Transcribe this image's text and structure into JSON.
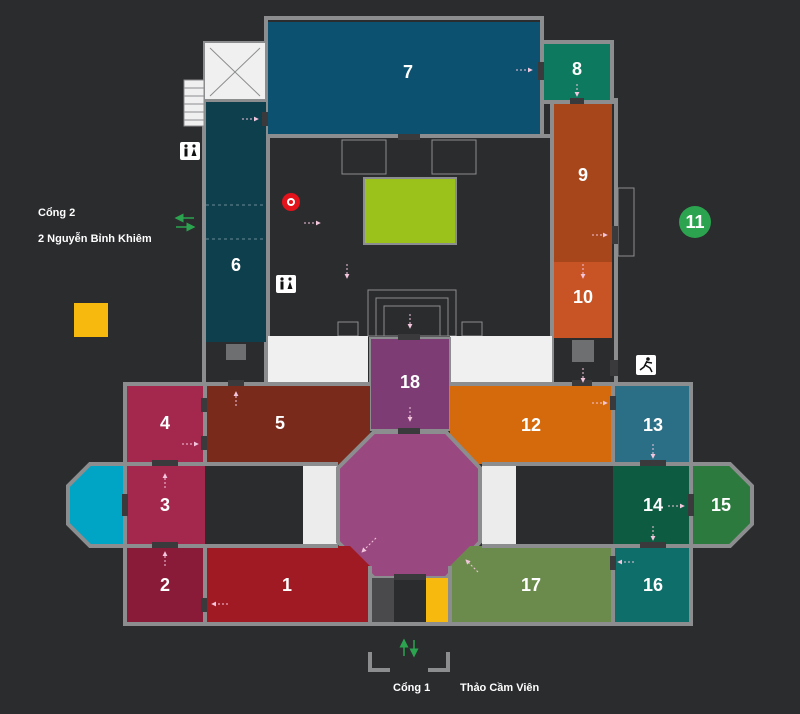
{
  "rooms": [
    {
      "id": "1",
      "label": "1",
      "color": "#a01a24"
    },
    {
      "id": "2",
      "label": "2",
      "color": "#8a1b38"
    },
    {
      "id": "3",
      "label": "3",
      "color": "#a4284e"
    },
    {
      "id": "4",
      "label": "4",
      "color": "#a4284e"
    },
    {
      "id": "5",
      "label": "5",
      "color": "#7a2a1a"
    },
    {
      "id": "6",
      "label": "6",
      "color": "#0e3f4d"
    },
    {
      "id": "7",
      "label": "7",
      "color": "#0c5270"
    },
    {
      "id": "8",
      "label": "8",
      "color": "#0d7a5f"
    },
    {
      "id": "9",
      "label": "9",
      "color": "#a8461b"
    },
    {
      "id": "10",
      "label": "10",
      "color": "#c85325"
    },
    {
      "id": "11",
      "label": "11",
      "color": "#2ba34f"
    },
    {
      "id": "12",
      "label": "12",
      "color": "#d46a0b"
    },
    {
      "id": "13",
      "label": "13",
      "color": "#2a6f85"
    },
    {
      "id": "14",
      "label": "14",
      "color": "#0d5c42"
    },
    {
      "id": "15",
      "label": "15",
      "color": "#2d7a3e"
    },
    {
      "id": "16",
      "label": "16",
      "color": "#0e6e6a"
    },
    {
      "id": "17",
      "label": "17",
      "color": "#6b8b4c"
    },
    {
      "id": "18",
      "label": "18",
      "color": "#7d3c74"
    }
  ],
  "octagon_color": "#9a4880",
  "courtyard_color": "#9bc21a",
  "wing_color": "#00a5c5",
  "yellow_color": "#f7b90d",
  "wall_color": "#8c8d8f",
  "labels": {
    "gate2": "Cổng 2",
    "gate2_address": "2 Nguyễn Bỉnh Khiêm",
    "gate1": "Cổng 1",
    "zoo": "Thảo Cầm Viên"
  },
  "icons": {
    "restroom": "restroom-icon",
    "you_are_here": "location-marker-icon",
    "emergency_exit": "emergency-exit-icon",
    "two_way": "two-way-arrow-icon"
  }
}
